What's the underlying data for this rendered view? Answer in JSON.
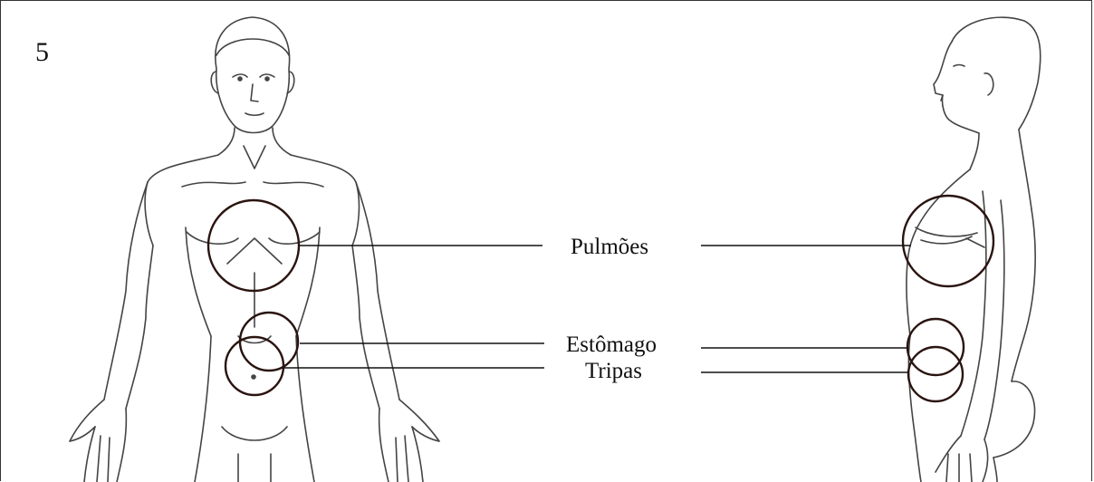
{
  "figure_number": "5",
  "labels": {
    "lungs": "Pulmões",
    "stomach": "Estômago",
    "guts": "Tripas"
  },
  "colors": {
    "outline": "#444444",
    "circle": "#2a1410",
    "leader": "#111111"
  }
}
